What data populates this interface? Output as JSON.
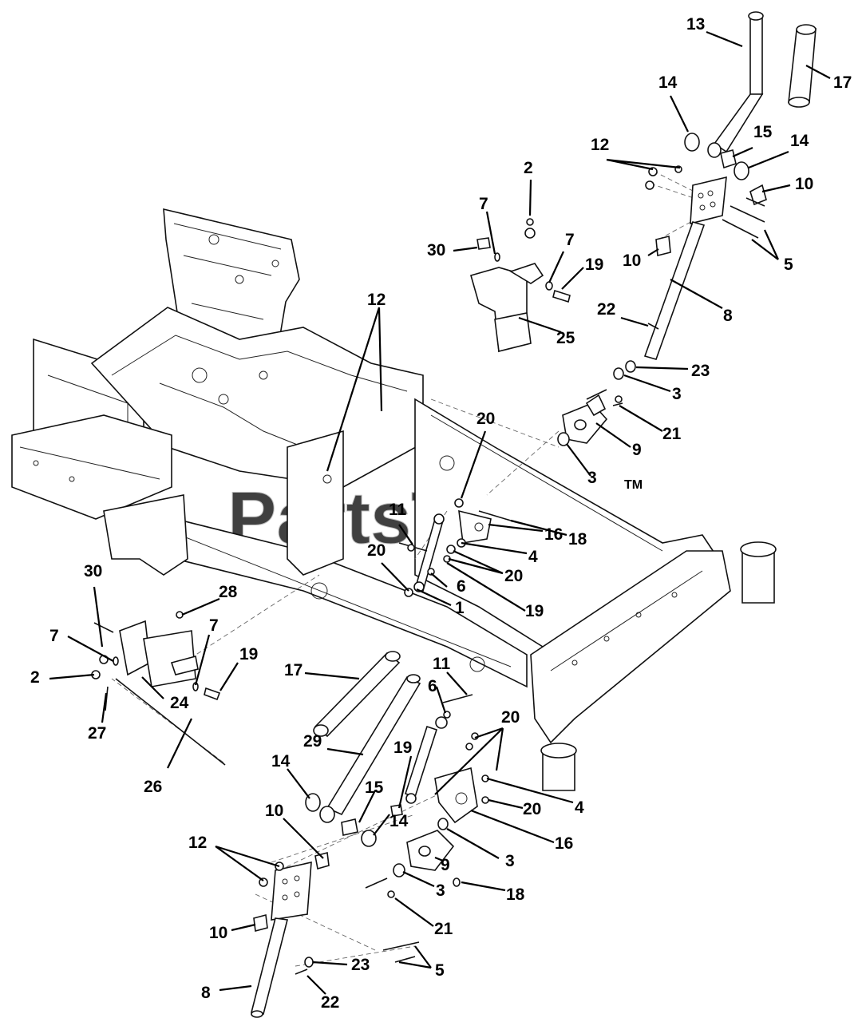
{
  "watermark": {
    "text": "PartsTree",
    "trademark": "TM",
    "color": "#c8c8c8"
  },
  "callouts": [
    {
      "id": "c13",
      "label": "13"
    },
    {
      "id": "c17a",
      "label": "17"
    },
    {
      "id": "c14a",
      "label": "14"
    },
    {
      "id": "c15a",
      "label": "15"
    },
    {
      "id": "c14b",
      "label": "14"
    },
    {
      "id": "c12a",
      "label": "12"
    },
    {
      "id": "c10a",
      "label": "10"
    },
    {
      "id": "c2a",
      "label": "2"
    },
    {
      "id": "c7a",
      "label": "7"
    },
    {
      "id": "c30a",
      "label": "30"
    },
    {
      "id": "c7b",
      "label": "7"
    },
    {
      "id": "c19a",
      "label": "19"
    },
    {
      "id": "c10b",
      "label": "10"
    },
    {
      "id": "c5a",
      "label": "5"
    },
    {
      "id": "c12b",
      "label": "12"
    },
    {
      "id": "c22a",
      "label": "22"
    },
    {
      "id": "c8a",
      "label": "8"
    },
    {
      "id": "c25",
      "label": "25"
    },
    {
      "id": "c23a",
      "label": "23"
    },
    {
      "id": "c3a",
      "label": "3"
    },
    {
      "id": "c21a",
      "label": "21"
    },
    {
      "id": "c20a",
      "label": "20"
    },
    {
      "id": "c9a",
      "label": "9"
    },
    {
      "id": "c3b",
      "label": "3"
    },
    {
      "id": "c11a",
      "label": "11"
    },
    {
      "id": "c16a",
      "label": "16"
    },
    {
      "id": "c18a",
      "label": "18"
    },
    {
      "id": "c20b",
      "label": "20"
    },
    {
      "id": "c4a",
      "label": "4"
    },
    {
      "id": "c20c",
      "label": "20"
    },
    {
      "id": "c6a",
      "label": "6"
    },
    {
      "id": "c1",
      "label": "1"
    },
    {
      "id": "c19b",
      "label": "19"
    },
    {
      "id": "c30b",
      "label": "30"
    },
    {
      "id": "c28",
      "label": "28"
    },
    {
      "id": "c7c",
      "label": "7"
    },
    {
      "id": "c7d",
      "label": "7"
    },
    {
      "id": "c19c",
      "label": "19"
    },
    {
      "id": "c2b",
      "label": "2"
    },
    {
      "id": "c24",
      "label": "24"
    },
    {
      "id": "c27",
      "label": "27"
    },
    {
      "id": "c17b",
      "label": "17"
    },
    {
      "id": "c11b",
      "label": "11"
    },
    {
      "id": "c6b",
      "label": "6"
    },
    {
      "id": "c20d",
      "label": "20"
    },
    {
      "id": "c29",
      "label": "29"
    },
    {
      "id": "c19d",
      "label": "19"
    },
    {
      "id": "c26",
      "label": "26"
    },
    {
      "id": "c14c",
      "label": "14"
    },
    {
      "id": "c15b",
      "label": "15"
    },
    {
      "id": "c14d",
      "label": "14"
    },
    {
      "id": "c4b",
      "label": "4"
    },
    {
      "id": "c20e",
      "label": "20"
    },
    {
      "id": "c10c",
      "label": "10"
    },
    {
      "id": "c16b",
      "label": "16"
    },
    {
      "id": "c12c",
      "label": "12"
    },
    {
      "id": "c9b",
      "label": "9"
    },
    {
      "id": "c3c",
      "label": "3"
    },
    {
      "id": "c3d",
      "label": "3"
    },
    {
      "id": "c18b",
      "label": "18"
    },
    {
      "id": "c21b",
      "label": "21"
    },
    {
      "id": "c10d",
      "label": "10"
    },
    {
      "id": "c23b",
      "label": "23"
    },
    {
      "id": "c5b",
      "label": "5"
    },
    {
      "id": "c8b",
      "label": "8"
    },
    {
      "id": "c22b",
      "label": "22"
    }
  ]
}
